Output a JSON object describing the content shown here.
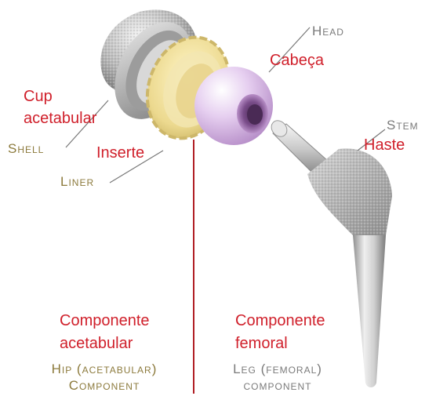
{
  "colors": {
    "portuguese_label": "#d0202b",
    "english_gold": "#8c7a3c",
    "english_gray": "#7a7a7a",
    "divider": "#b01e24",
    "leader": "#777777",
    "liner_yellow": "#efe0a0",
    "head_lilac": "#d9b8e6",
    "metal": "#b8b8b8"
  },
  "labels": {
    "head_en": "Head",
    "head_pt": "Cabeça",
    "stem_en": "Stem",
    "stem_pt": "Haste",
    "cup_pt_line1": "Cup",
    "cup_pt_line2": "acetabular",
    "shell_en": "Shell",
    "insert_pt": "Inserte",
    "liner_en": "Liner",
    "acetabular_component_pt_line1": "Componente",
    "acetabular_component_pt_line2": "acetabular",
    "femoral_component_pt_line1": "Componente",
    "femoral_component_pt_line2": "femoral",
    "hip_component_en_line1": "Hip (acetabular)",
    "hip_component_en_line2": "Component",
    "leg_component_en_line1": "Leg (femoral)",
    "leg_component_en_line2": "component"
  }
}
